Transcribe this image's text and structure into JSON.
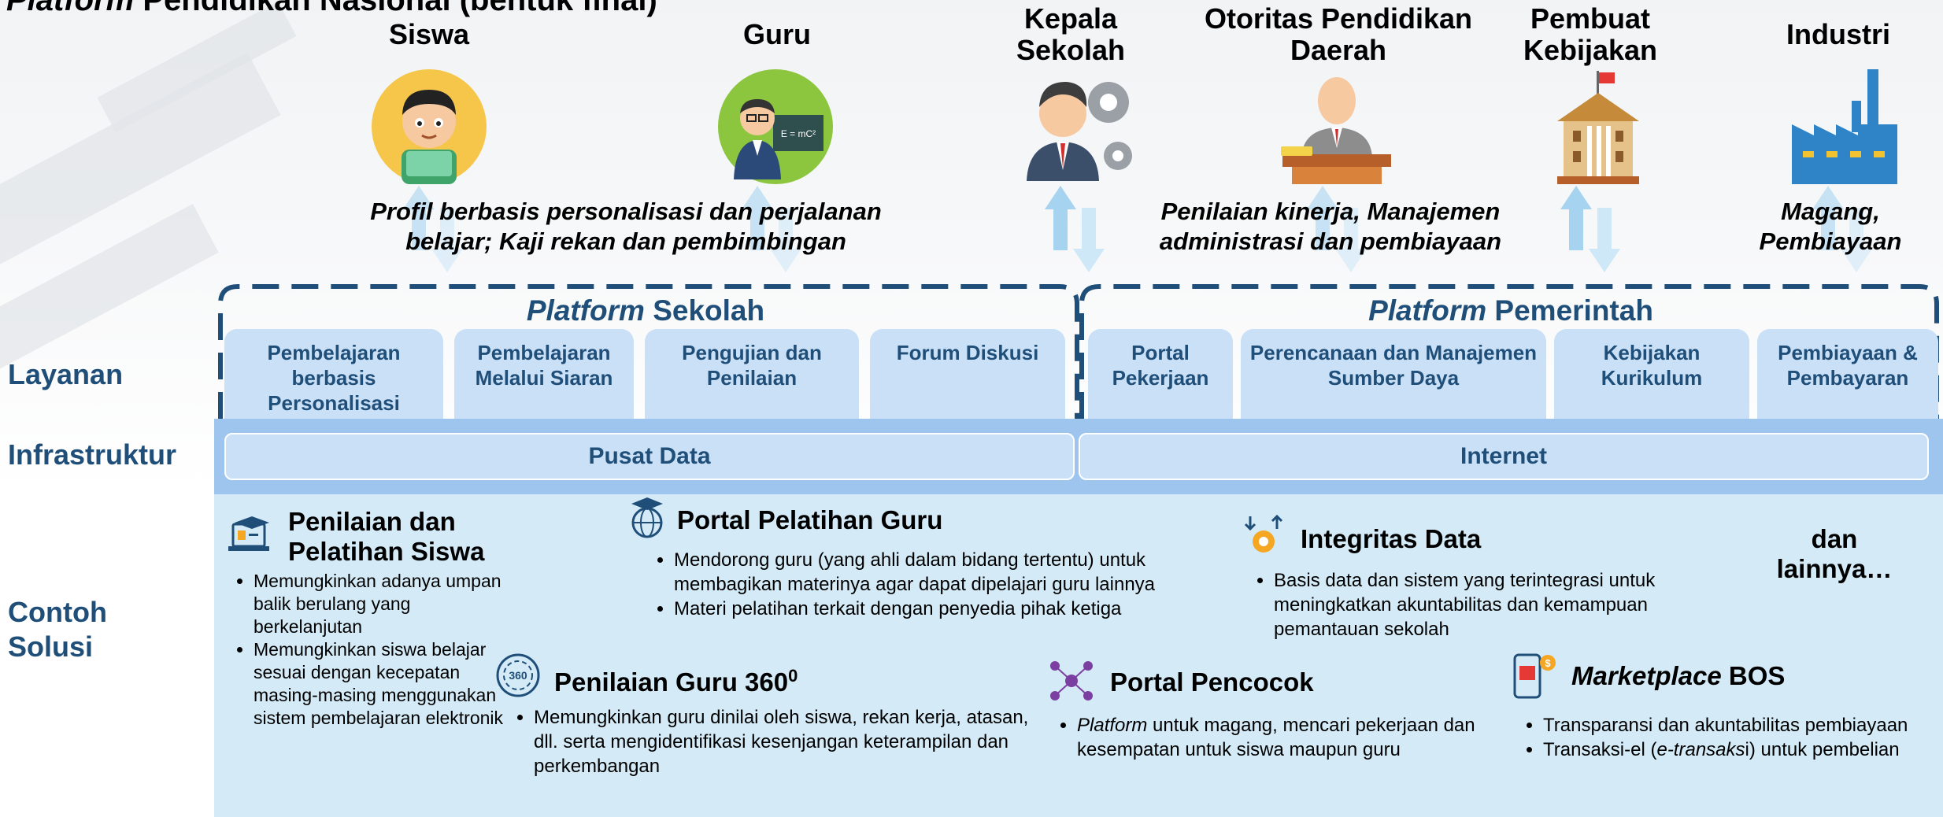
{
  "title": {
    "italic": "Platform",
    "rest": " Pendidikan Nasional (bentuk final)"
  },
  "stakeholders": [
    {
      "label": "Siswa",
      "icon": "student-icon"
    },
    {
      "label": "Guru",
      "icon": "teacher-icon"
    },
    {
      "label": "Kepala Sekolah",
      "icon": "principal-icon"
    },
    {
      "label": "Otoritas Pendidikan Daerah",
      "icon": "official-icon"
    },
    {
      "label": "Pembuat Kebijakan",
      "icon": "government-building-icon"
    },
    {
      "label": "Industri",
      "icon": "factory-icon"
    }
  ],
  "benefits": [
    {
      "text": "Profil berbasis personalisasi dan perjalanan belajar; Kaji rekan dan pembimbingan"
    },
    {
      "text": "Penilaian kinerja, Manajemen administrasi dan pembiayaan"
    },
    {
      "text": "Magang, Pembiayaan"
    }
  ],
  "row_labels": {
    "layanan": "Layanan",
    "infrastruktur": "Infrastruktur",
    "contoh_solusi": "Contoh Solusi"
  },
  "platforms": {
    "sekolah": {
      "italic": "Platform",
      "rest": " Sekolah"
    },
    "pemerintah": {
      "italic": "Platform",
      "rest": " Pemerintah"
    }
  },
  "services": [
    "Pembelajaran berbasis Personalisasi",
    "Pembelajaran Melalui Siaran",
    "Pengujian dan Penilaian",
    "Forum Diskusi",
    "Portal Pekerjaan",
    "Perencanaan dan Manajemen Sumber Daya",
    "Kebijakan Kurikulum",
    "Pembiayaan & Pembayaran"
  ],
  "infrastructure": [
    "Pusat Data",
    "Internet"
  ],
  "solutions": {
    "penilaian_siswa": {
      "title": "Penilaian dan Pelatihan Siswa",
      "icon": "laptop-graduation-icon",
      "bullets": [
        "Memungkinkan adanya umpan balik berulang yang berkelanjutan",
        "Memungkinkan siswa belajar sesuai dengan kecepatan masing-masing menggunakan sistem pembelajaran elektronik"
      ]
    },
    "portal_pelatihan_guru": {
      "title": "Portal Pelatihan Guru",
      "icon": "globe-graduation-icon",
      "bullets": [
        "Mendorong guru (yang ahli dalam bidang tertentu) untuk membagikan materinya agar dapat dipelajari guru lainnya",
        "Materi pelatihan terkait dengan penyedia pihak ketiga"
      ]
    },
    "penilaian_guru": {
      "title": "Penilaian Guru 360",
      "title_sup": "0",
      "icon": "360-circle-icon",
      "bullets": [
        "Memungkinkan guru dinilai oleh siswa, rekan kerja, atasan, dll. serta mengidentifikasi kesenjangan keterampilan dan perkembangan"
      ]
    },
    "integritas_data": {
      "title": "Integritas Data",
      "icon": "data-gear-icon",
      "bullets": [
        "Basis data dan sistem yang terintegrasi untuk meningkatkan akuntabilitas dan kemampuan pemantauan sekolah"
      ]
    },
    "portal_pencocok": {
      "title": "Portal Pencocok",
      "icon": "network-people-icon",
      "bullet_italic": "Platform",
      "bullet_rest": " untuk magang, mencari pekerjaan dan kesempatan untuk siswa maupun guru"
    },
    "marketplace_bos": {
      "title_italic": "Marketplace",
      "title_rest": " BOS",
      "icon": "mobile-shop-icon",
      "bullet1": "Transparansi dan akuntabilitas pembiayaan",
      "bullet2_a": "Transaksi-el (",
      "bullet2_italic": "e-transaks",
      "bullet2_b": "i) untuk pembelian"
    },
    "more": "dan lainnya…"
  },
  "colors": {
    "navy": "#1f4e79",
    "service_box": "#c9e0f7",
    "infra_band": "#9dc5ee",
    "solution_bg": "#d4ebf7",
    "arrow": "#a6d3f0"
  }
}
